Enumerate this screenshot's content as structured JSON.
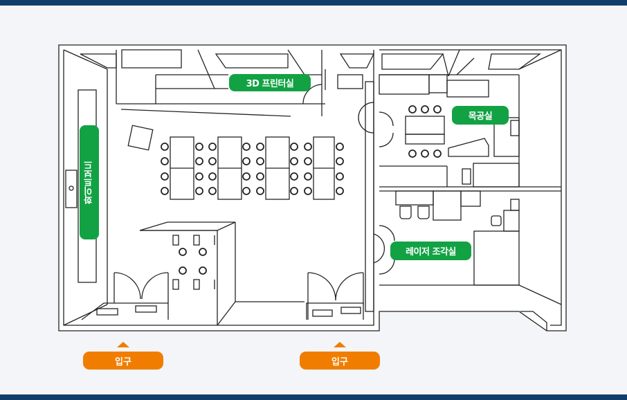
{
  "rooms": {
    "printer_room": "3D 프린터실",
    "woodshop": "목공실",
    "whiteboard": "화이트보드",
    "laser_engraving": "레이저 조각실"
  },
  "entrances": {
    "left": "입구",
    "right": "입구"
  },
  "colors": {
    "header_bar": "#0f3d6b",
    "room_label": "#12a244",
    "entrance_label": "#f07d00",
    "line": "#222222"
  }
}
